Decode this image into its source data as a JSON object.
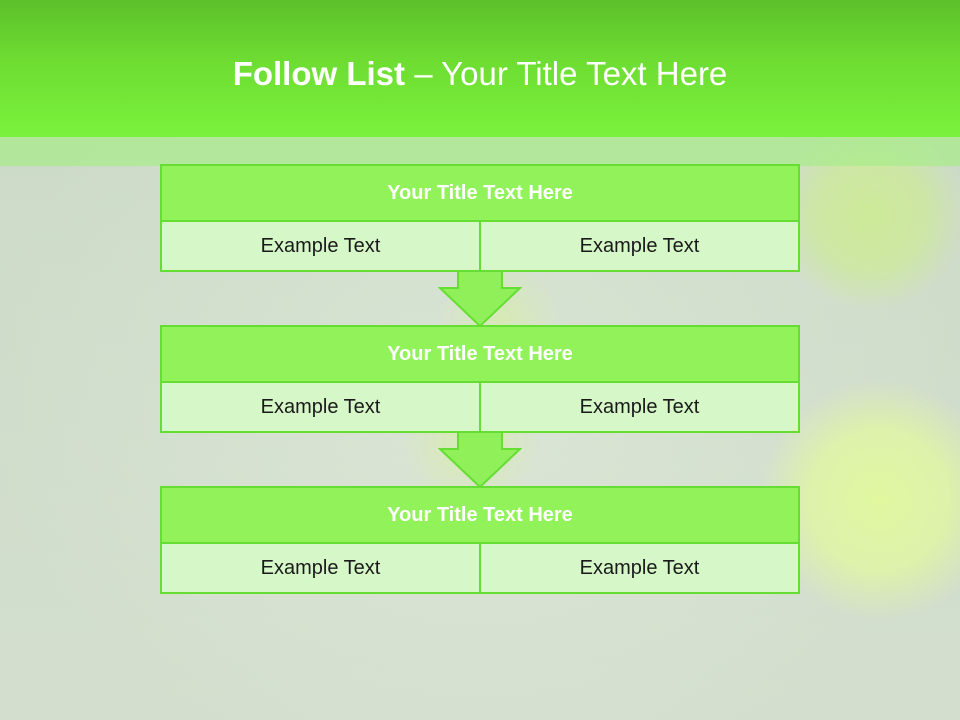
{
  "slide": {
    "title_bold": "Follow List",
    "title_rest": " – Your Title Text Here"
  },
  "blocks": [
    {
      "title": "Your Title Text Here",
      "left": "Example Text",
      "right": "Example Text"
    },
    {
      "title": "Your Title Text Here",
      "left": "Example Text",
      "right": "Example Text"
    },
    {
      "title": "Your Title Text Here",
      "left": "Example Text",
      "right": "Example Text"
    }
  ],
  "colors": {
    "header_green": "#6edd32",
    "block_title_fill": "#92f25a",
    "block_cell_fill": "#d6f8c8",
    "border_green": "#66dd33",
    "arrow_fill": "#8ff05a"
  },
  "icons": {
    "connector": "down-arrow-icon"
  }
}
